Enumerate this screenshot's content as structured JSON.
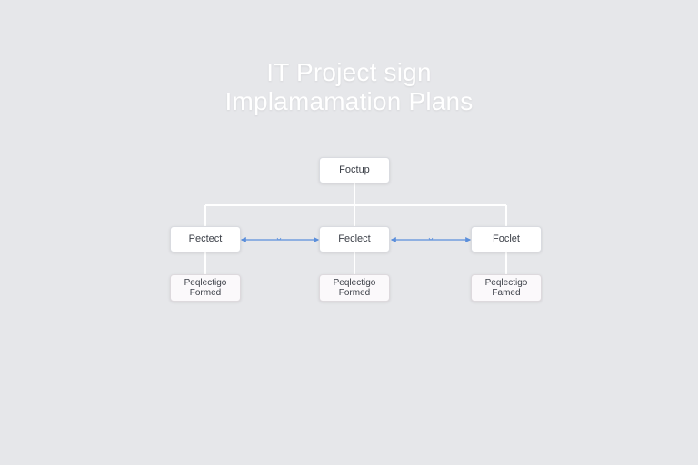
{
  "title": {
    "line1": "IT Project sign",
    "line2": "Implamamation Plans"
  },
  "nodes": {
    "root": {
      "label": "Foctup"
    },
    "left": {
      "label": "Pectect"
    },
    "center": {
      "label": "Feclect"
    },
    "right": {
      "label": "Foclet"
    },
    "sub_left": {
      "line1": "Peqlectigo",
      "line2": "Formed"
    },
    "sub_center": {
      "line1": "Peqlectigo",
      "line2": "Formed"
    },
    "sub_right": {
      "line1": "Peqlectigo",
      "line2": "Famed"
    }
  },
  "colors": {
    "background": "#e6e7ea",
    "connector": "#ffffff",
    "arrow": "#5b8fdc"
  }
}
